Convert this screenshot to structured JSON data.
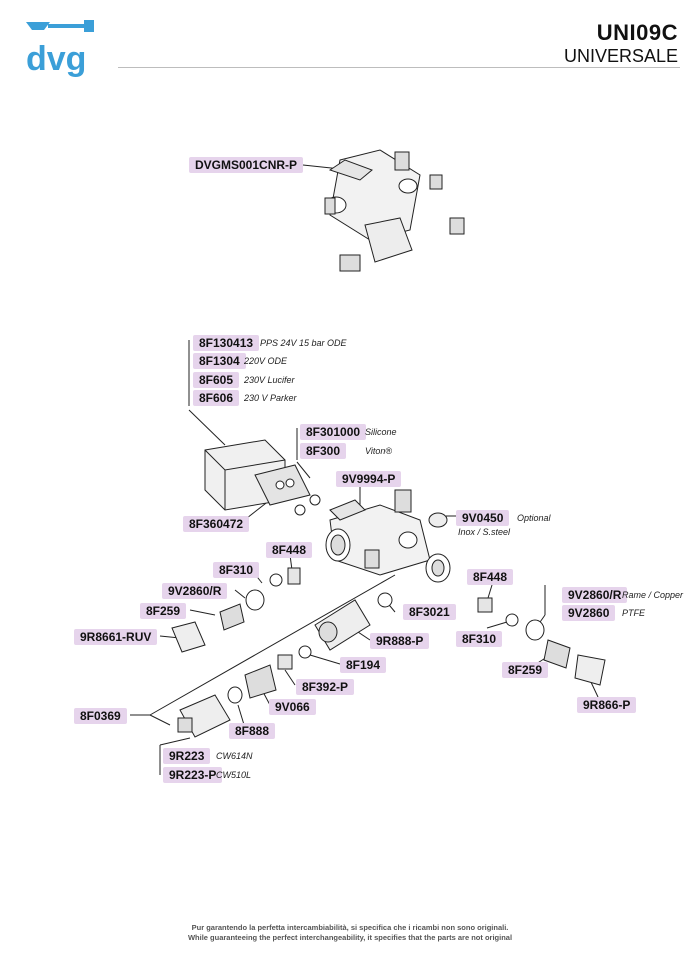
{
  "header": {
    "logo_text": "dvg",
    "model_code": "UNI09C",
    "model_name": "UNIVERSALE"
  },
  "parts": {
    "assembly": "DVGMS001CNR-P",
    "coil_1": {
      "code": "8F130413",
      "note": "PPS 24V 15 bar ODE"
    },
    "coil_2": {
      "code": "8F1304",
      "note": "220V ODE"
    },
    "coil_3": {
      "code": "8F605",
      "note": "230V Lucifer"
    },
    "coil_4": {
      "code": "8F606",
      "note": "230 V Parker"
    },
    "seal_1": {
      "code": "8F301000",
      "note": "Silicone"
    },
    "seal_2": {
      "code": "8F300",
      "note": "Viton®"
    },
    "body": "9V9994-P",
    "valve_body": "8F360472",
    "plug": {
      "code": "9V0450",
      "note": "Optional",
      "note2": "Inox / S.steel"
    },
    "left_8f448": "8F448",
    "left_8f310": "8F310",
    "left_9v2860r": "9V2860/R",
    "left_8f259": "8F259",
    "left_9r8661": "9R8661-RUV",
    "left_8f3021": "8F3021",
    "left_9r888p": "9R888-P",
    "left_8f194": "8F194",
    "left_8f392p": "8F392-P",
    "left_9v066": "9V066",
    "left_8f888": "8F888",
    "left_8f0369": "8F0369",
    "left_9r223": {
      "code": "9R223",
      "note": "CW614N"
    },
    "left_9r223p": {
      "code": "9R223-P",
      "note": "CW510L"
    },
    "right_8f448": "8F448",
    "right_9v2860r": {
      "code": "9V2860/R",
      "note": "Rame / Copper"
    },
    "right_9v2860": {
      "code": "9V2860",
      "note": "PTFE"
    },
    "right_8f310": "8F310",
    "right_8f259": "8F259",
    "right_9r866p": "9R866-P"
  },
  "footer": {
    "line1": "Pur garantendo la perfetta intercambiabilità, si specifica che i ricambi non sono originali.",
    "line2": "While guaranteeing the perfect interchangeability, it specifies that the parts are not original"
  }
}
